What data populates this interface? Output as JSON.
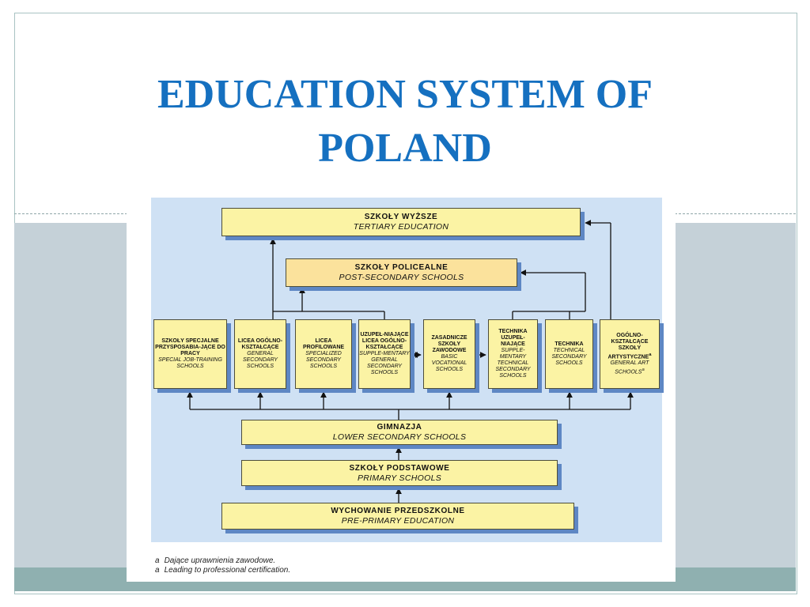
{
  "slide": {
    "title_line1": "EDUCATION SYSTEM OF",
    "title_line2": "POLAND"
  },
  "diagram": {
    "tertiary": {
      "pl": "SZKOŁY WYŻSZE",
      "en": "TERTIARY EDUCATION"
    },
    "post_secondary": {
      "pl": "SZKOŁY POLICEALNE",
      "en": "POST-SECONDARY SCHOOLS"
    },
    "secondary": [
      {
        "pl": "SZKOŁY SPECJALNE PRZYSPOSABIA-JĄCE DO PRACY",
        "en": "SPECIAL JOB-TRAINING SCHOOLS"
      },
      {
        "pl": "LICEA OGÓLNO-KSZTAŁCĄCE",
        "en": "GENERAL SECONDARY SCHOOLS"
      },
      {
        "pl": "LICEA PROFILOWANE",
        "en": "SPECIALIZED SECONDARY SCHOOLS"
      },
      {
        "pl": "UZUPEŁ-NIAJĄCE LICEA OGÓLNO-KSZTAŁCĄCE",
        "en": "SUPPLE-MENTARY GENERAL SECONDARY SCHOOLS"
      },
      {
        "pl": "ZASADNICZE SZKOŁY ZAWODOWE",
        "en": "BASIC VOCATIONAL SCHOOLS"
      },
      {
        "pl": "TECHNIKA UZUPEŁ-NIAJĄCE",
        "en": "SUPPLE-MENTARY TECHNICAL SECONDARY SCHOOLS"
      },
      {
        "pl": "TECHNIKA",
        "en": "TECHNICAL SECONDARY SCHOOLS"
      },
      {
        "pl": "OGÓLNO-KSZTAŁCĄCE SZKOŁY ARTYSTYCZNE",
        "pl_sup": "a",
        "en": "GENERAL ART SCHOOLS",
        "en_sup": "a"
      }
    ],
    "lower_secondary": {
      "pl": "GIMNAZJA",
      "en": "LOWER SECONDARY SCHOOLS"
    },
    "primary": {
      "pl": "SZKOŁY PODSTAWOWE",
      "en": "PRIMARY SCHOOLS"
    },
    "pre_primary": {
      "pl": "WYCHOWANIE PRZEDSZKOLNE",
      "en": "PRE-PRIMARY EDUCATION"
    }
  },
  "footnotes": [
    {
      "marker": "a",
      "text": "Dające uprawnienia zawodowe."
    },
    {
      "marker": "a",
      "text": "Leading to professional certification."
    }
  ],
  "colors": {
    "title": "#1570c0",
    "box_fill": "#fbf3a4",
    "box_fill_post_secondary": "#fbe29c",
    "box_shadow": "#5e87c4",
    "panel": "#cfe1f4"
  }
}
